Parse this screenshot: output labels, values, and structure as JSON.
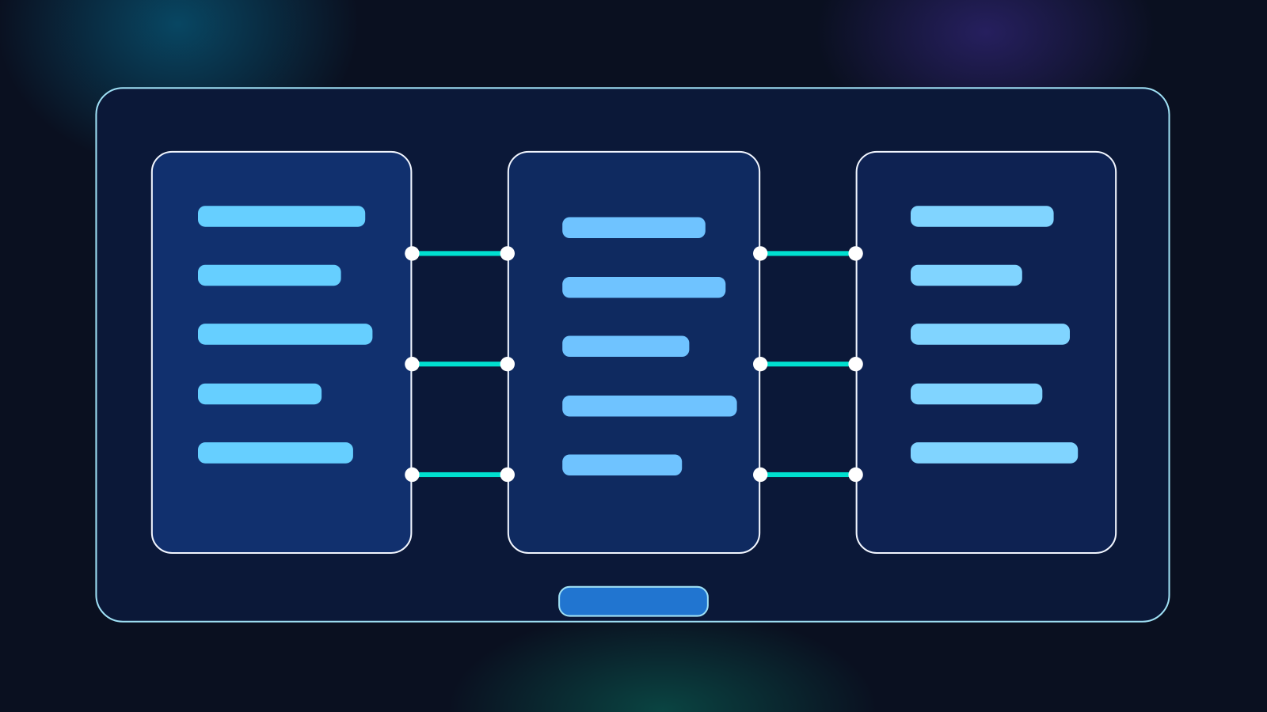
{
  "colors": {
    "background": "#0a1020",
    "frame_border": "#9fe0f5",
    "frame_fill": "#0b1838",
    "connector": "#00e0d0",
    "button": "#2175d0"
  },
  "panels": [
    {
      "id": "left",
      "fill": "#11306e",
      "bar_color": "#66cfff",
      "line_count": 5
    },
    {
      "id": "middle",
      "fill": "#0f2a60",
      "bar_color": "#6fc3ff",
      "line_count": 5
    },
    {
      "id": "right",
      "fill": "#0e2252",
      "bar_color": "#80d4ff",
      "line_count": 5
    }
  ],
  "connections": [
    {
      "from": "left",
      "to": "middle",
      "count": 3
    },
    {
      "from": "middle",
      "to": "right",
      "count": 3
    }
  ],
  "icons": {
    "connector_node": "circle-node-icon"
  }
}
